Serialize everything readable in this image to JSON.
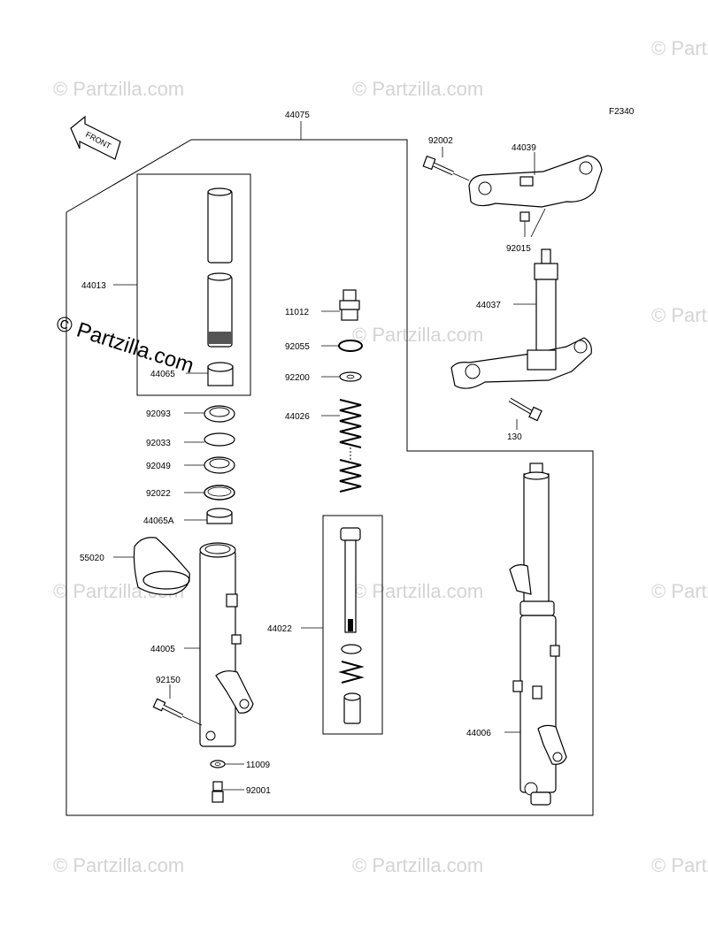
{
  "diagram": {
    "figure_code": "F2340",
    "front_label": "FRONT",
    "watermark_text": "© Partzilla.com",
    "watermark_color": "#d4d4d4",
    "parts": [
      {
        "id": "p-44075",
        "label": "44075"
      },
      {
        "id": "p-44013",
        "label": "44013"
      },
      {
        "id": "p-44065",
        "label": "44065"
      },
      {
        "id": "p-92093",
        "label": "92093"
      },
      {
        "id": "p-92033",
        "label": "92033"
      },
      {
        "id": "p-92049",
        "label": "92049"
      },
      {
        "id": "p-92022",
        "label": "92022"
      },
      {
        "id": "p-44065A",
        "label": "44065A"
      },
      {
        "id": "p-55020",
        "label": "55020"
      },
      {
        "id": "p-44005",
        "label": "44005"
      },
      {
        "id": "p-92150",
        "label": "92150"
      },
      {
        "id": "p-11009",
        "label": "11009"
      },
      {
        "id": "p-92001",
        "label": "92001"
      },
      {
        "id": "p-11012",
        "label": "11012"
      },
      {
        "id": "p-92055",
        "label": "92055"
      },
      {
        "id": "p-92200",
        "label": "92200"
      },
      {
        "id": "p-44026",
        "label": "44026"
      },
      {
        "id": "p-44022",
        "label": "44022"
      },
      {
        "id": "p-92002",
        "label": "92002"
      },
      {
        "id": "p-44039",
        "label": "44039"
      },
      {
        "id": "p-92015",
        "label": "92015"
      },
      {
        "id": "p-44037",
        "label": "44037"
      },
      {
        "id": "p-130",
        "label": "130"
      },
      {
        "id": "p-44006",
        "label": "44006"
      }
    ]
  }
}
